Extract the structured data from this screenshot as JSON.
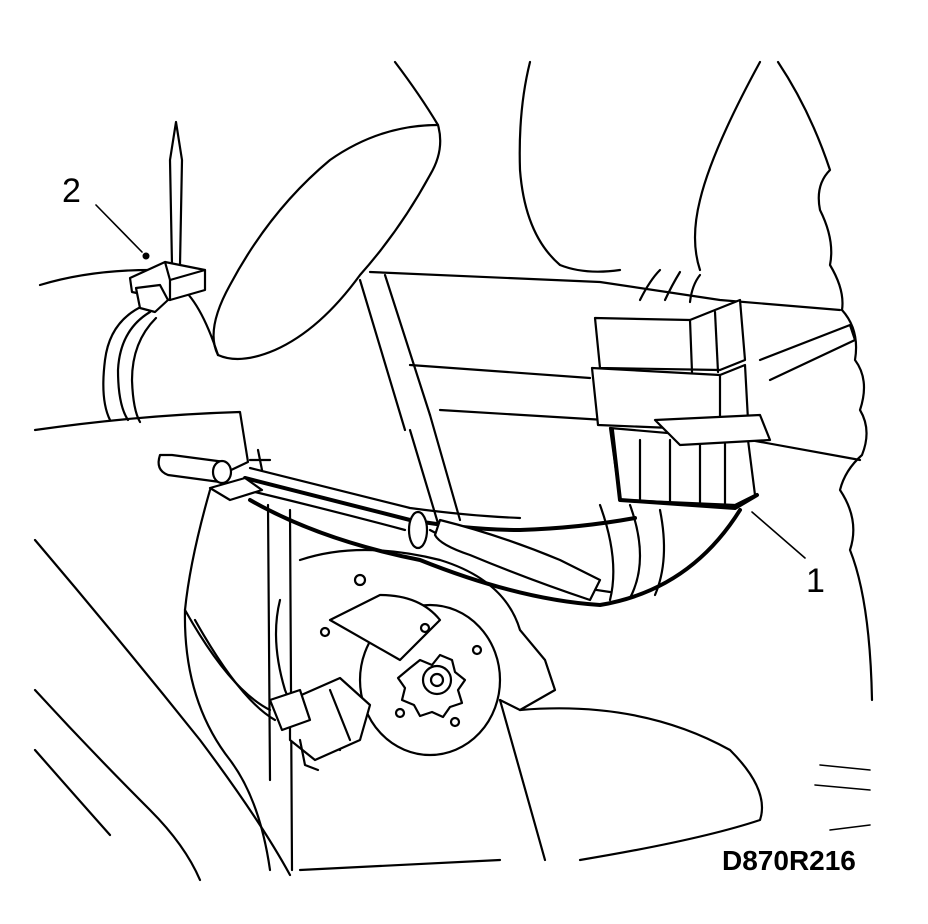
{
  "callouts": [
    {
      "number": "1",
      "part": "wiring-harness-connector"
    },
    {
      "number": "2",
      "part": "connector-release-pin"
    }
  ],
  "figure_code": "D870R216",
  "colors": {
    "line": "#000000",
    "background": "#ffffff"
  }
}
